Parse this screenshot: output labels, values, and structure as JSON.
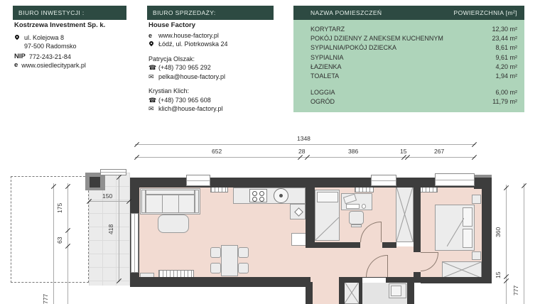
{
  "investor_office": {
    "header": "BIURO INWESTYCJI :",
    "company": "Kostrzewa Investment Sp. k.",
    "address_line1": "ul. Kolejowa 8",
    "address_line2": "97-500 Radomsko",
    "nip_label": "NIP",
    "nip_value": "772-243-21-84",
    "web_label": "e",
    "website": "www.osiedlecitypark.pl"
  },
  "sales_office": {
    "header": "BIURO SPRZEDAŻY:",
    "company": "House Factory",
    "web_label": "e",
    "website": "www.house-factory.pl",
    "address": "Łódź, ul. Piotrkowska 24",
    "contacts": [
      {
        "name": "Patrycja Olszak:",
        "phone": "(+48) 730 965 292",
        "email": "pelka@house-factory.pl"
      },
      {
        "name": "Krystian Klich:",
        "phone": "(+48) 730 965 608",
        "email": "klich@house-factory.pl"
      }
    ],
    "phone_icon": "☎",
    "email_icon": "✉"
  },
  "rooms_table": {
    "name_header": "NAZWA POMIESZCZEŃ",
    "area_header": "POWIERZCHNIA [m²]",
    "rows": [
      {
        "name": "KORYTARZ",
        "area": "12,30 m²"
      },
      {
        "name": "POKÓJ DZIENNY Z ANEKSEM KUCHENNYM",
        "area": "23,44 m²"
      },
      {
        "name": "SYPIALNIA/POKÓJ DZIECKA",
        "area": "8,61 m²"
      },
      {
        "name": "SYPIALNIA",
        "area": "9,61 m²"
      },
      {
        "name": "ŁAZIENKA",
        "area": "4,20 m²"
      },
      {
        "name": "TOALETA",
        "area": "1,94 m²"
      }
    ],
    "outdoor_rows": [
      {
        "name": "LOGGIA",
        "area": "6,00 m²"
      },
      {
        "name": "OGRÓD",
        "area": "11,79 m²"
      }
    ]
  },
  "floor_plan": {
    "dim_top_total": "1348",
    "dim_top_segments": [
      "652",
      "28",
      "386",
      "15",
      "267"
    ],
    "dim_left_segments": [
      "175",
      "63"
    ],
    "dim_left_total": "777",
    "dim_terrace_width": "150",
    "dim_terrace_height": "418",
    "dim_right_segments": [
      "360",
      "15"
    ],
    "dim_right_total": "777"
  },
  "colors": {
    "header_bar": "#2d4a42",
    "table_body": "#aed4ba",
    "wall": "#3d3d3d",
    "floor": "#f2dbd2"
  }
}
